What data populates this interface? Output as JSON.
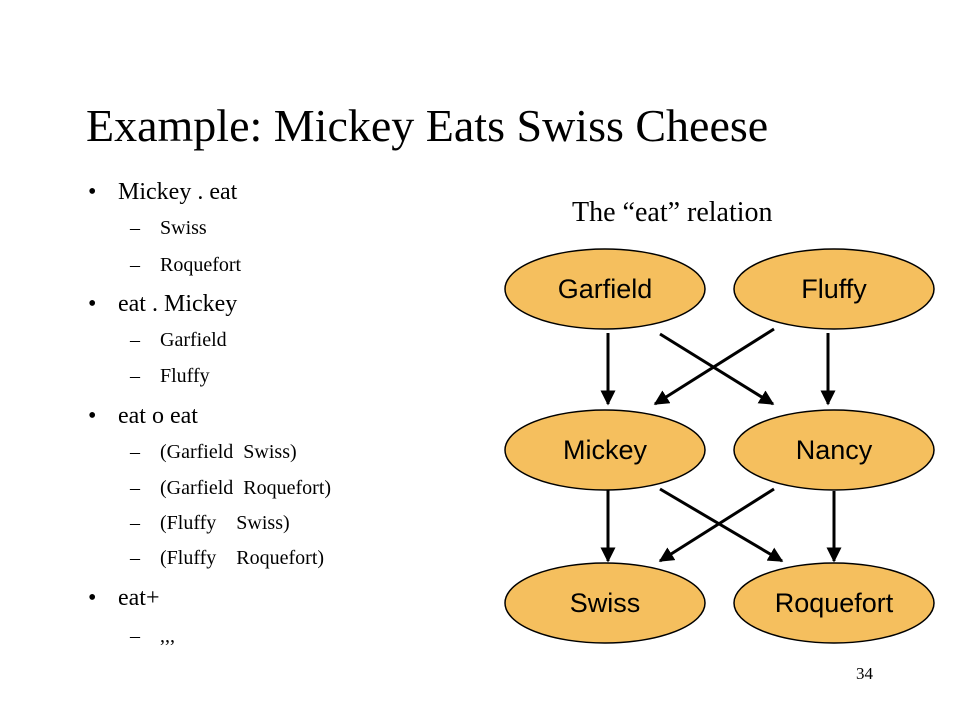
{
  "title": "Example: Mickey Eats Swiss Cheese",
  "bullets": [
    {
      "text": "Mickey . eat",
      "subs": [
        "Swiss",
        "Roquefort"
      ]
    },
    {
      "text": "eat . Mickey",
      "subs": [
        "Garfield",
        "Fluffy"
      ]
    },
    {
      "text": "eat o eat",
      "subs": [
        "(Garfield  Swiss)",
        "(Garfield  Roquefort)",
        "(Fluffy    Swiss)",
        "(Fluffy    Roquefort)"
      ]
    },
    {
      "text": "eat+",
      "subs": [
        ",,,"
      ]
    }
  ],
  "bullet_mark": "•",
  "sub_mark": "–",
  "diagram": {
    "caption": "The “eat” relation",
    "node_fill": "#F5BF5E",
    "nodes": {
      "garfield": "Garfield",
      "fluffy": "Fluffy",
      "mickey": "Mickey",
      "nancy": "Nancy",
      "swiss": "Swiss",
      "roquefort": "Roquefort"
    },
    "edges": [
      [
        "garfield",
        "mickey"
      ],
      [
        "garfield",
        "nancy"
      ],
      [
        "fluffy",
        "mickey"
      ],
      [
        "fluffy",
        "nancy"
      ],
      [
        "mickey",
        "swiss"
      ],
      [
        "mickey",
        "roquefort"
      ],
      [
        "nancy",
        "swiss"
      ],
      [
        "nancy",
        "roquefort"
      ]
    ]
  },
  "page_number": "34"
}
